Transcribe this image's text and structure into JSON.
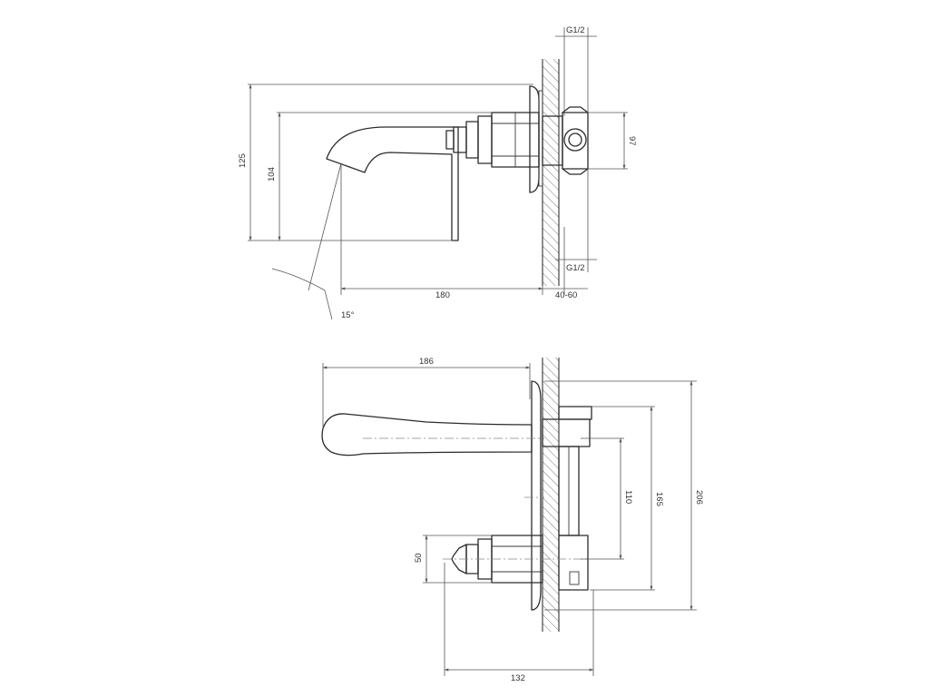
{
  "top_view": {
    "dims": {
      "height_total": "125",
      "height_spout": "104",
      "spout_length": "180",
      "wall_depth": "40-60",
      "connection_top": "G1/2",
      "connection_bottom": "G1/2",
      "side_height": "97",
      "angle": "15°"
    }
  },
  "bottom_view": {
    "dims": {
      "spout_reach": "186",
      "total_height": "206",
      "body_height": "165",
      "center_distance": "110",
      "handle_offset": "50",
      "width": "132"
    }
  }
}
